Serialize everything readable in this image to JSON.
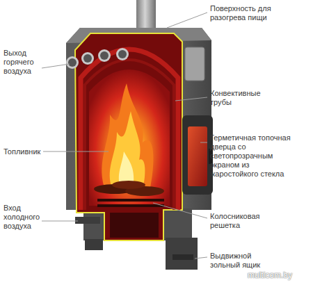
{
  "diagram": {
    "labels": [
      "Выход горячего воздуха",
      "Топливник",
      "Вход холодного воздуха",
      "Поверхность для разогрева пищи",
      "Конвективные трубы",
      "Герметичная топочная дверца со светопрозрачным экраном из жаростойкого стекла",
      "Колосниковая решетка",
      "Выдвижной зольный ящик",
      "multicom.by"
    ]
  }
}
